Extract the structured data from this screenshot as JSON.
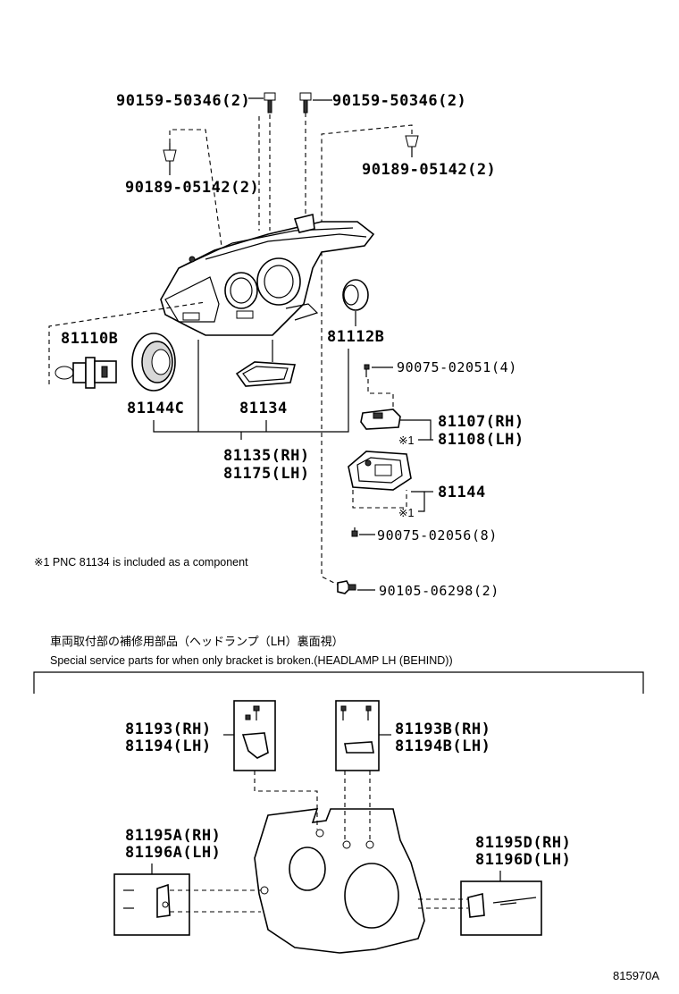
{
  "parts": {
    "bolt_top_left": "90159-50346(2)",
    "bolt_top_right": "90159-50346(2)",
    "clip_left": "90189-05142(2)",
    "clip_right": "90189-05142(2)",
    "bulb": "81110B",
    "cap": "81112B",
    "screw_small": "90075-02051(4)",
    "socket_rh": "81107(RH)",
    "socket_lh": "81108(LH)",
    "gasket_cover": "81144C",
    "gasket": "81134",
    "unit_rh": "81135(RH)",
    "unit_lh": "81175(LH)",
    "computer": "81144",
    "screw_computer": "90075-02056(8)",
    "screw_bottom": "90105-06298(2)",
    "mark1_a": "※1",
    "mark1_b": "※1"
  },
  "footnote": "※1  PNC 81134 is included as a component",
  "section": {
    "title_ja": "車両取付部の補修用部品（ヘッドランプ（LH）裏面視）",
    "title_en": "Special service parts for when only bracket is broken.(HEADLAMP LH (BEHIND))"
  },
  "brackets": {
    "b1_rh": "81193(RH)",
    "b1_lh": "81194(LH)",
    "b2_rh": "81193B(RH)",
    "b2_lh": "81194B(LH)",
    "b3_rh": "81195A(RH)",
    "b3_lh": "81196A(LH)",
    "b4_rh": "81195D(RH)",
    "b4_lh": "81196D(LH)"
  },
  "figure_id": "815970A"
}
